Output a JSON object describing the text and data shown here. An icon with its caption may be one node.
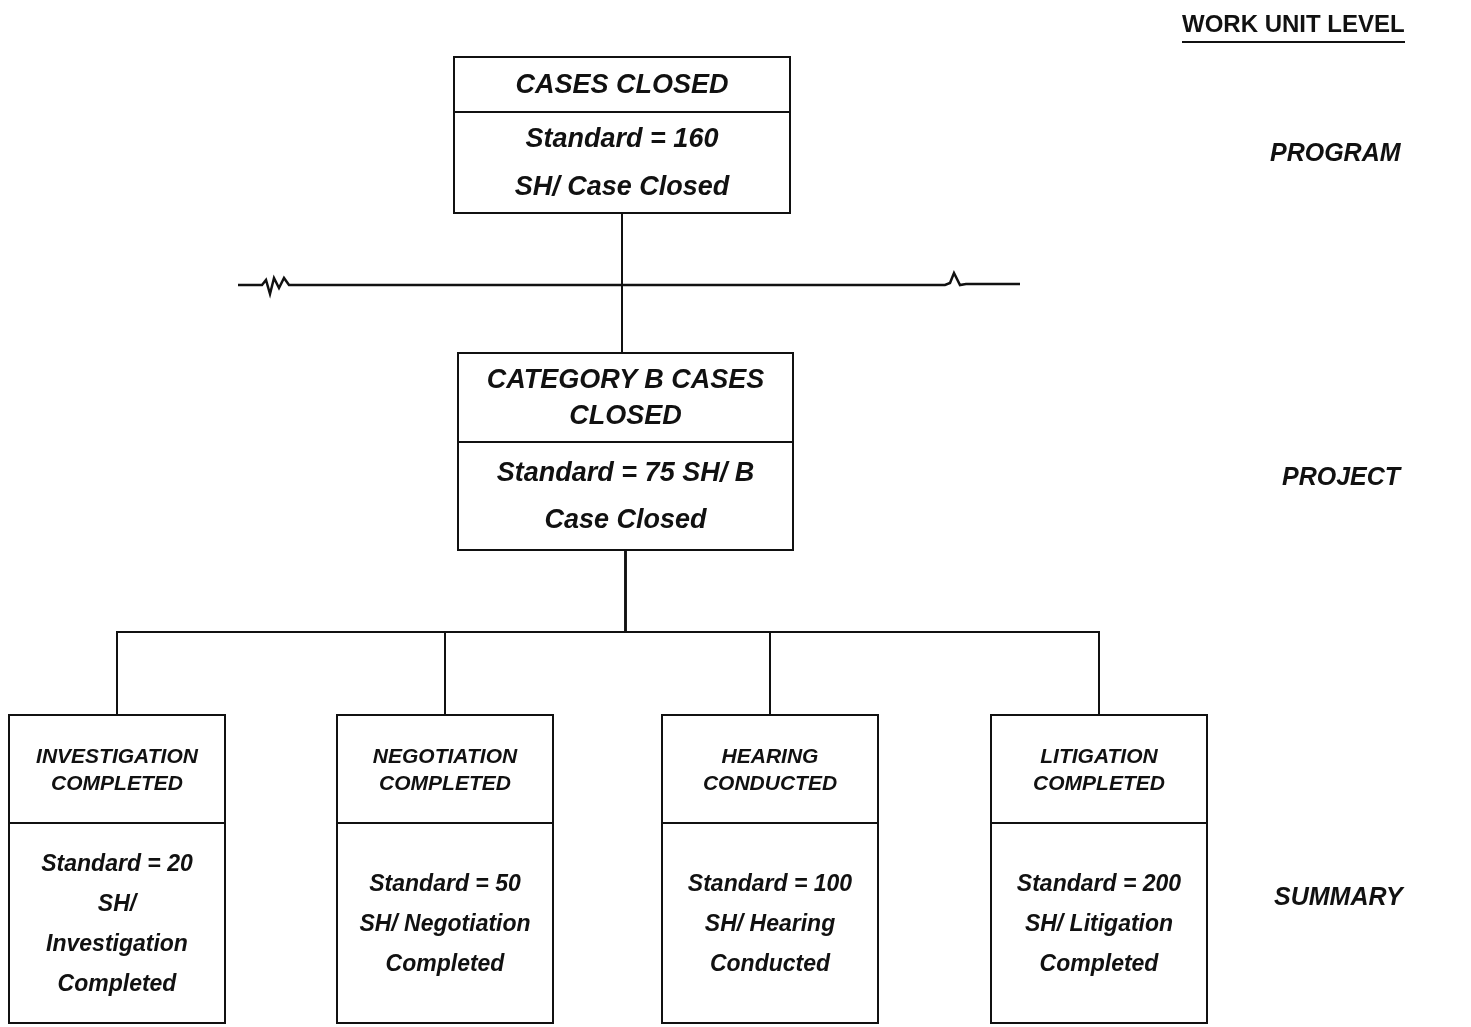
{
  "diagram": {
    "nodes": [
      {
        "text": [
          "CASES CLOSED",
          "Standard = 160 SH/ Case Closed"
        ]
      },
      {
        "text": [
          "CATEGORY B CASES CLOSED",
          "Standard = 75 SH/ B Case Closed"
        ]
      },
      {
        "text": [
          "INVESTIGATION COMPLETED",
          "Standard = 20 SH/ Investigation Completed"
        ]
      },
      {
        "text": [
          "NEGOTIATION COMPLETED",
          "Standard = 50 SH/ Negotiation Completed"
        ]
      },
      {
        "text": [
          "HEARING CONDUCTED",
          "Standard = 100 SH/ Hearing Conducted"
        ]
      },
      {
        "text": [
          "LITIGATION COMPLETED",
          "Standard = 200 SH/ Litigation Completed"
        ]
      }
    ],
    "edges": [
      {
        "from": 0,
        "to": 1,
        "arrow": "none"
      },
      {
        "from": 1,
        "to": 2,
        "arrow": "none"
      },
      {
        "from": 1,
        "to": 3,
        "arrow": "none"
      },
      {
        "from": 1,
        "to": 4,
        "arrow": "none"
      },
      {
        "from": 1,
        "to": 5,
        "arrow": "none"
      }
    ],
    "labels": [
      "WORK UNIT LEVEL",
      "PROGRAM",
      "PROJECT",
      "SUMMARY"
    ]
  }
}
